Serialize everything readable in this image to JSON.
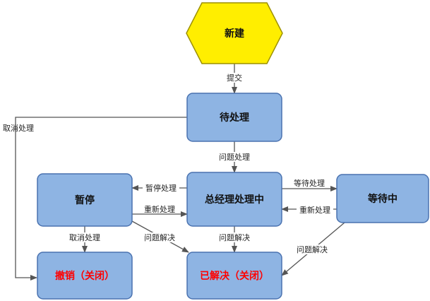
{
  "colors": {
    "start_fill": "#FFEE00",
    "start_stroke": "#9C9000",
    "box_fill": "#8EB4E3",
    "box_stroke": "#4A72B0",
    "line": "#555555",
    "text_dark": "#111111",
    "text_red": "#FF0000"
  },
  "nodes": {
    "new": "新建",
    "pending": "待处理",
    "paused": "暂停",
    "processing": "总经理处理中",
    "waiting": "等待中",
    "revoked": "撤销（关闭）",
    "resolved": "已解决（关闭）"
  },
  "edges": {
    "submit": "提交",
    "issue_handle": "问题处理",
    "pause_handle": "暂停处理",
    "reprocess_left": "重新处理",
    "wait_handle": "等待处理",
    "reprocess_right": "重新处理",
    "cancel_top": "取消处理",
    "cancel_mid": "取消处理",
    "resolve_left": "问题解决",
    "resolve_mid": "问题解决",
    "resolve_right": "问题解决"
  }
}
